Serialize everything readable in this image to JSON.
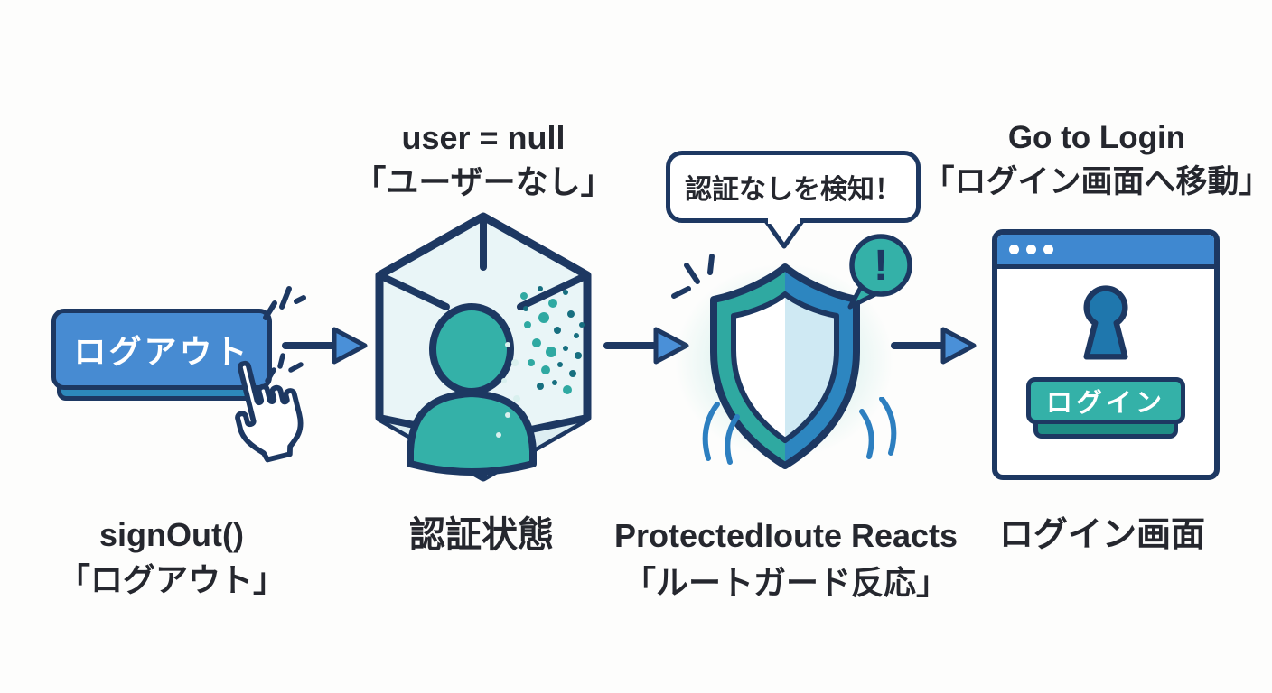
{
  "colors": {
    "navy_outline": "#1d3862",
    "button_blue": "#478bd2",
    "teal": "#34b1a8",
    "arrow_blue": "#4a90d8",
    "browser_titlebar_blue": "#3f88d0",
    "keyhole_blue": "#1f77ad",
    "shield_left_teal": "#2fa9a1",
    "shield_right_blue": "#2d86c0",
    "text_dark": "#25272e"
  },
  "steps": [
    {
      "name": "signout-button",
      "button_label": "ログアウト",
      "caption_line1": "signOut()",
      "caption_line2": "「ログアウト」"
    },
    {
      "name": "auth-state-cube",
      "top_label_line1": "user = null",
      "top_label_line2": "「ユーザーなし」",
      "caption_line1": "認証状態"
    },
    {
      "name": "route-guard-shield",
      "speech_bubble_text": "認証なしを検知！",
      "alert_glyph": "!",
      "caption_line1": "ProtectedIoute Reacts",
      "caption_line2": "「ルートガード反応」"
    },
    {
      "name": "login-screen-window",
      "top_label_line1": "Go to Login",
      "top_label_line2": "「ログイン画面へ移動」",
      "login_button_label": "ログイン",
      "caption_line1": "ログイン画面"
    }
  ]
}
